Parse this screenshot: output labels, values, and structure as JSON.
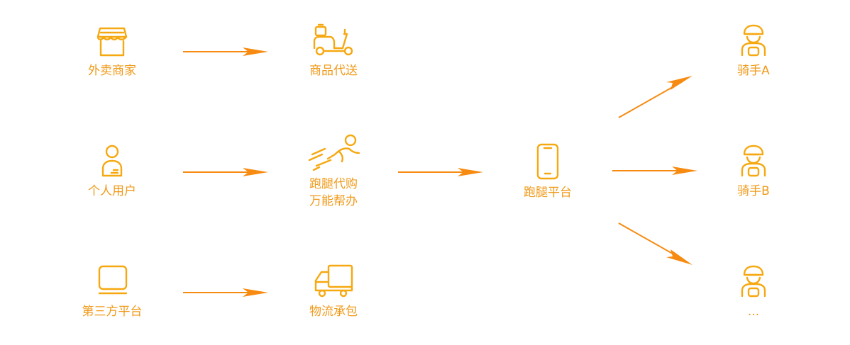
{
  "colors": {
    "icon": "#f6a810",
    "label": "#f09a1a",
    "arrow": "#f78b12"
  },
  "sources": {
    "merchant": {
      "label": "外卖商家",
      "icon": "storefront-icon"
    },
    "user": {
      "label": "个人用户",
      "icon": "person-icon"
    },
    "third_party": {
      "label": "第三方平台",
      "icon": "monitor-icon"
    }
  },
  "services": {
    "delivery": {
      "label": "商品代送",
      "icon": "scooter-icon"
    },
    "errand": {
      "label_line1": "跑腿代购",
      "label_line2": "万能帮办",
      "icon": "running-person-icon"
    },
    "logistics": {
      "label": "物流承包",
      "icon": "truck-icon"
    }
  },
  "platform": {
    "label": "跑腿平台",
    "icon": "phone-icon"
  },
  "riders": {
    "a": {
      "label": "骑手A",
      "icon": "rider-icon"
    },
    "b": {
      "label": "骑手B",
      "icon": "rider-icon"
    },
    "more": {
      "label": "...",
      "icon": "rider-icon"
    }
  }
}
